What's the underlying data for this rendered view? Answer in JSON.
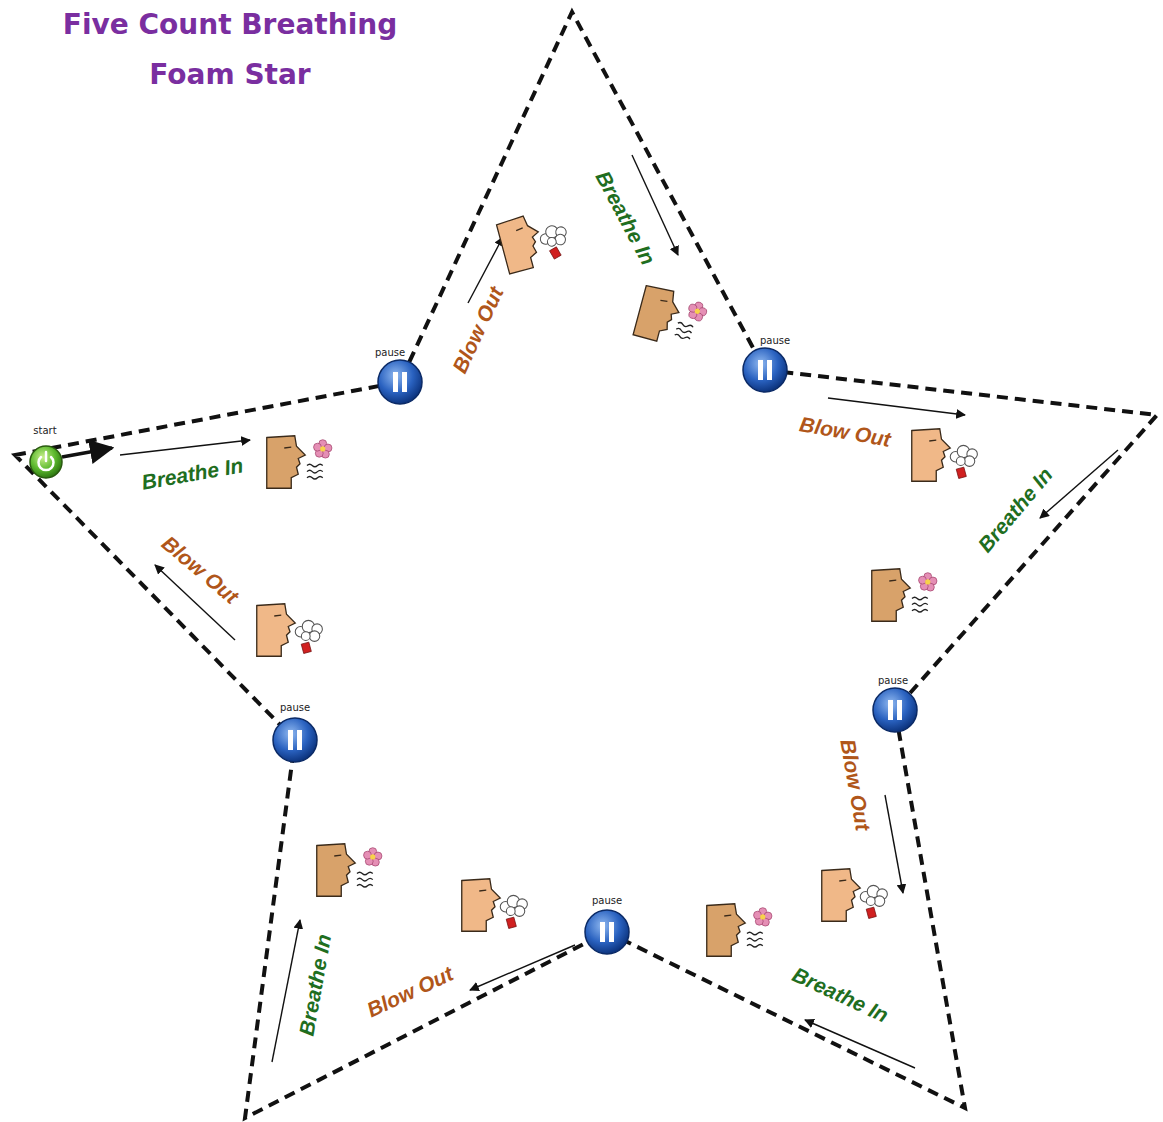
{
  "diagram": {
    "title": "Five Count Breathing Foam Star",
    "labels": [
      "start",
      "Breathe In",
      "pause",
      "Blow Out",
      "Breathe In",
      "pause",
      "Blow Out",
      "Breathe In",
      "pause",
      "Blow Out",
      "Breathe In",
      "pause",
      "Blow Out",
      "Breathe In",
      "pause",
      "Blow Out"
    ]
  }
}
